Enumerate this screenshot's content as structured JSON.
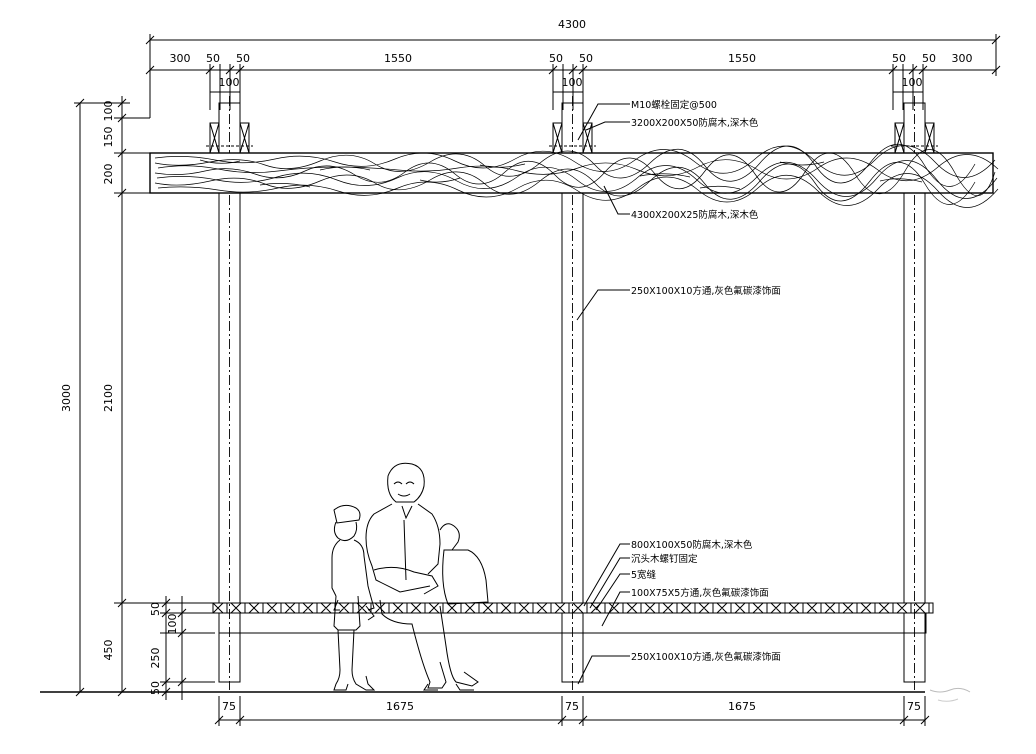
{
  "dimensions": {
    "top_total": "4300",
    "top_segments": [
      "300",
      "50",
      "50",
      "1550",
      "50",
      "50",
      "1550",
      "50",
      "50",
      "300"
    ],
    "post_width_top": "100",
    "left_total": "3000",
    "left_upper": [
      "100",
      "150",
      "200",
      "2100",
      "450"
    ],
    "left_lower": [
      "50",
      "100",
      "250",
      "50"
    ],
    "bottom": [
      "75",
      "1675",
      "75",
      "1675",
      "75"
    ]
  },
  "notes": [
    "M10螺栓固定@500",
    "3200X200X50防腐木,深木色",
    "4300X200X25防腐木,深木色",
    "250X100X10方通,灰色氟碳漆饰面",
    "800X100X50防腐木,深木色",
    "沉头木螺钉固定",
    "5宽缝",
    "100X75X5方通,灰色氟碳漆饰面",
    "250X100X10方通,灰色氟碳漆饰面"
  ]
}
